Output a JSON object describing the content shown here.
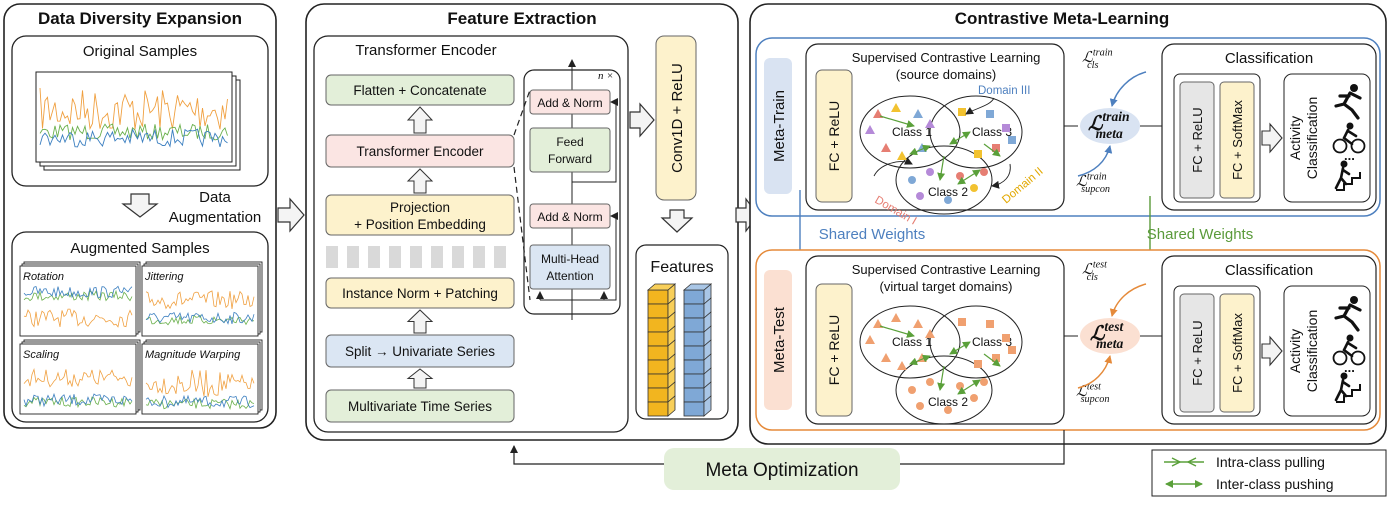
{
  "panels": {
    "data_diversity": {
      "title": "Data Diversity Expansion",
      "original_label": "Original Samples",
      "augmentation_label_line1": "Data",
      "augmentation_label_line2": "Augmentation",
      "augmented_label": "Augmented Samples",
      "augmentations": [
        "Rotation",
        "Jittering",
        "Scaling",
        "Magnitude Warping"
      ]
    },
    "feature_extraction": {
      "title": "Feature Extraction",
      "encoder_title": "Transformer Encoder",
      "stack_blocks": [
        "Flatten + Concatenate",
        "Transformer Encoder",
        "Projection",
        "+ Position Embedding",
        "Instance Norm + Patching",
        "Split → Univariate Series",
        "Multivariate Time Series"
      ],
      "detail": {
        "repeat": "n ×",
        "add_norm": "Add & Norm",
        "feed_forward_line1": "Feed",
        "feed_forward_line2": "Forward",
        "attention_line1": "Multi-Head",
        "attention_line2": "Attention"
      },
      "conv": "Conv1D + ReLU",
      "features": "Features"
    },
    "contrastive": {
      "title": "Contrastive Meta-Learning",
      "meta_train": "Meta-Train",
      "meta_test": "Meta-Test",
      "fc_relu": "FC + ReLU",
      "fc_softmax": "FC + SoftMax",
      "scl_title": "Supervised Contrastive Learning",
      "scl_train_sub": "(source domains)",
      "scl_test_sub": "(virtual target domains)",
      "classes": [
        "Class 1",
        "Class 2",
        "Class 3"
      ],
      "domains": [
        "Domain I",
        "Domain II",
        "Domain III"
      ],
      "classification": "Classification",
      "activity_line1": "Activity",
      "activity_line2": "Classification",
      "ellipsis": "...",
      "shared_weights": "Shared Weights",
      "loss_symbol": "ℒ",
      "loss_sub_cls": "cls",
      "loss_sub_supcon": "supcon",
      "loss_sub_meta": "meta",
      "loss_sup_train": "train",
      "loss_sup_test": "test"
    }
  },
  "meta_optimization": "Meta Optimization",
  "legend": {
    "intra": "Intra-class pulling",
    "inter": "Inter-class pushing"
  },
  "colors": {
    "green_block": "#e3efd9",
    "pink_block": "#fbe5e3",
    "yellow_block": "#fdf2cc",
    "blue_block": "#dbe6f3",
    "train_border": "#4e80bf",
    "test_border": "#e58a3a",
    "shared_blue": "#4e80bf",
    "shared_green": "#5a9a3a",
    "meta_train_tab": "#d9e3f2",
    "meta_test_tab": "#fbe0d2"
  }
}
